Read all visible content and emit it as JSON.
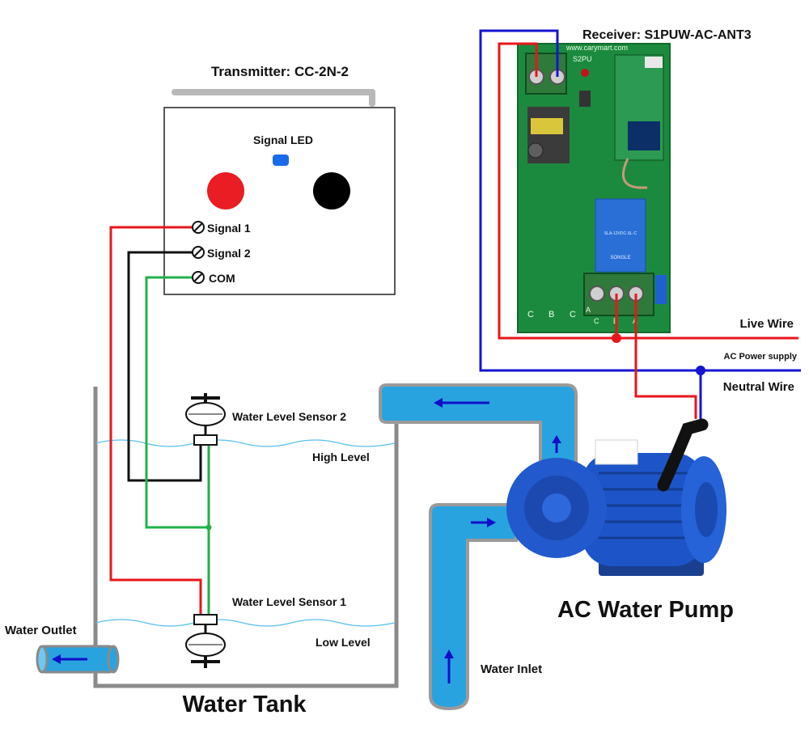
{
  "transmitter": {
    "title": "Transmitter: CC-2N-2",
    "signal_led_label": "Signal LED",
    "terminals": [
      "Signal 1",
      "Signal 2",
      "COM"
    ]
  },
  "receiver": {
    "title": "Receiver: S1PUW-AC-ANT3",
    "url": "www.carymart.com",
    "model": "S2PU",
    "relay_brand": "SONGLE",
    "relay_model": "SLA-12VDC-SL-C",
    "terminal_letters": [
      "C",
      "B",
      "C",
      "A",
      "C",
      "B",
      "A"
    ]
  },
  "power": {
    "live_wire": "Live Wire",
    "ac_power_supply": "AC Power supply",
    "neutral_wire": "Neutral Wire"
  },
  "tank": {
    "title": "Water Tank",
    "sensor2": "Water Level Sensor 2",
    "high_level": "High Level",
    "sensor1": "Water Level Sensor 1",
    "low_level": "Low Level",
    "outlet": "Water Outlet"
  },
  "pump": {
    "title": "AC Water Pump",
    "inlet": "Water Inlet"
  },
  "colors": {
    "signal1_wire": "#e8161b",
    "signal2_wire": "#111111",
    "com_wire": "#22b04a",
    "live_wire": "#e8161b",
    "neutral_wire": "#1414d2",
    "pipe_fill": "#29a3e0",
    "pipe_stroke": "#9a9a9a",
    "board_green": "#1c8a3e",
    "pump_blue": "#1d55c9",
    "tank_wall": "#8a8a8a"
  }
}
